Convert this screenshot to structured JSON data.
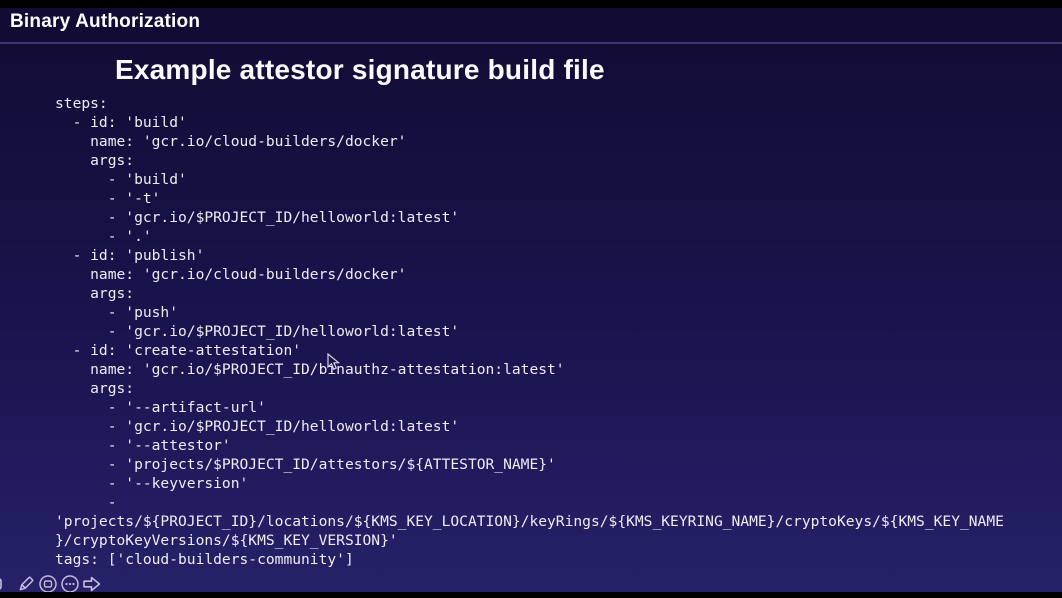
{
  "window": {
    "app_title": "Binary Authorization"
  },
  "slide": {
    "heading": "Example attestor signature build file",
    "code_lines": [
      "steps:",
      "  - id: 'build'",
      "    name: 'gcr.io/cloud-builders/docker'",
      "    args:",
      "      - 'build'",
      "      - '-t'",
      "      - 'gcr.io/$PROJECT_ID/helloworld:latest'",
      "      - '.'",
      "  - id: 'publish'",
      "    name: 'gcr.io/cloud-builders/docker'",
      "    args:",
      "      - 'push'",
      "      - 'gcr.io/$PROJECT_ID/helloworld:latest'",
      "  - id: 'create-attestation'",
      "    name: 'gcr.io/$PROJECT_ID/binauthz-attestation:latest'",
      "    args:",
      "      - '--artifact-url'",
      "      - 'gcr.io/$PROJECT_ID/helloworld:latest'",
      "      - '--attestor'",
      "      - 'projects/$PROJECT_ID/attestors/${ATTESTOR_NAME}'",
      "      - '--keyversion'",
      "      -",
      "'projects/${PROJECT_ID}/locations/${KMS_KEY_LOCATION}/keyRings/${KMS_KEYRING_NAME}/cryptoKeys/${KMS_KEY_NAME",
      "}/cryptoKeyVersions/${KMS_KEY_VERSION}'",
      "tags: ['cloud-builders-community']"
    ]
  },
  "toolbar": {
    "icons": [
      "partial-shape-icon",
      "pencil-icon",
      "shape-square-icon",
      "more-dots-icon",
      "forward-arrow-icon"
    ]
  },
  "colors": {
    "background_top": "#120b33",
    "background_bottom": "#262269",
    "letterbox": "#000000",
    "divider": "#746eb0",
    "text": "#edecf6",
    "toolbar_icon": "#c2bdde"
  }
}
